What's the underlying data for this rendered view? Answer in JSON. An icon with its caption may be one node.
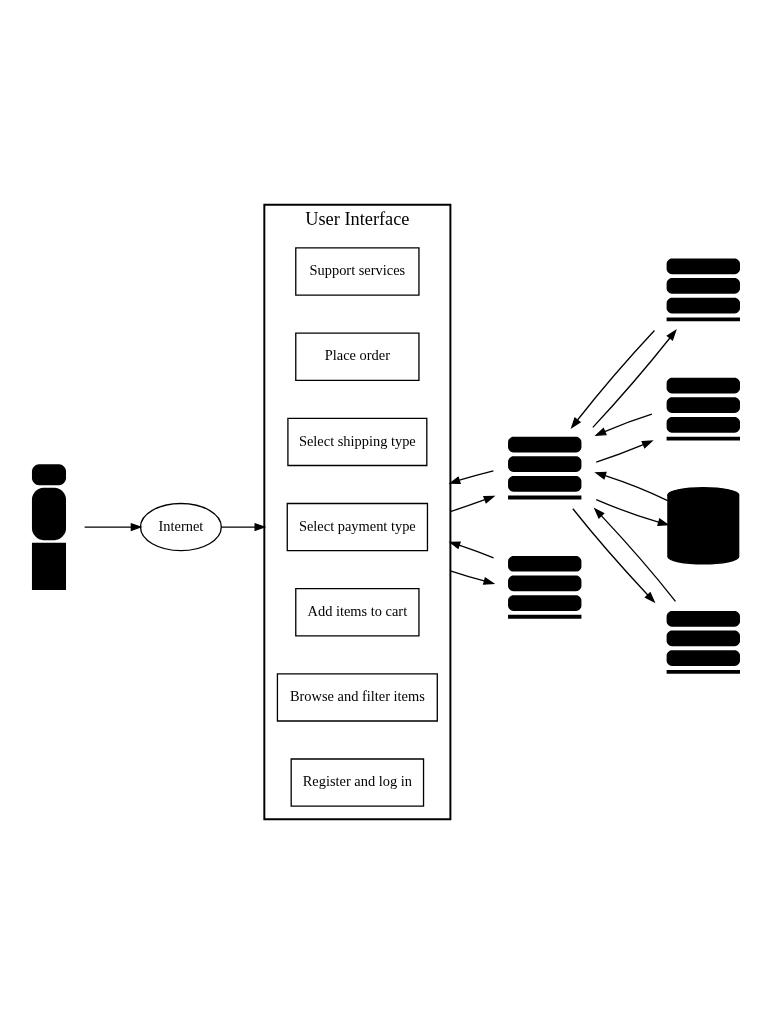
{
  "diagram": {
    "nodes": [
      {
        "text": [],
        "shape": "person"
      },
      {
        "text": [
          "Internet"
        ]
      },
      {
        "text": [
          "User Interface"
        ]
      },
      {
        "text": [
          "Register and log in"
        ],
        "in": 2
      },
      {
        "text": [
          "Browse and filter items"
        ],
        "in": 2
      },
      {
        "text": [
          "Add items to cart"
        ],
        "in": 2
      },
      {
        "text": [
          "Select payment type"
        ],
        "in": 2
      },
      {
        "text": [
          "Select shipping type"
        ],
        "in": 2
      },
      {
        "text": [
          "Place order"
        ],
        "in": 2
      },
      {
        "text": [
          "Support services"
        ],
        "in": 2
      },
      {
        "text": [],
        "shape": "server"
      },
      {
        "text": [],
        "shape": "server"
      },
      {
        "text": [],
        "shape": "server"
      },
      {
        "text": [],
        "shape": "cylinder"
      },
      {
        "text": [],
        "shape": "server"
      },
      {
        "text": [],
        "shape": "server"
      }
    ],
    "edges": [
      {
        "from": 0,
        "to": 1,
        "arrow": "to"
      },
      {
        "from": 1,
        "to": 2,
        "arrow": "to"
      },
      {
        "from": 2,
        "to": 10,
        "arrow": "to"
      },
      {
        "from": 10,
        "to": 2,
        "arrow": "to"
      },
      {
        "from": 10,
        "to": 11,
        "arrow": "to"
      },
      {
        "from": 11,
        "to": 10,
        "arrow": "to"
      },
      {
        "from": 10,
        "to": 12,
        "arrow": "to"
      },
      {
        "from": 12,
        "to": 10,
        "arrow": "to"
      },
      {
        "from": 10,
        "to": 13,
        "arrow": "to"
      },
      {
        "from": 13,
        "to": 10,
        "arrow": "to"
      },
      {
        "from": 14,
        "to": 10,
        "arrow": "to"
      },
      {
        "from": 10,
        "to": 14,
        "arrow": "to"
      },
      {
        "from": 2,
        "to": 15,
        "arrow": "to"
      },
      {
        "from": 15,
        "to": 2,
        "arrow": "to"
      }
    ]
  }
}
